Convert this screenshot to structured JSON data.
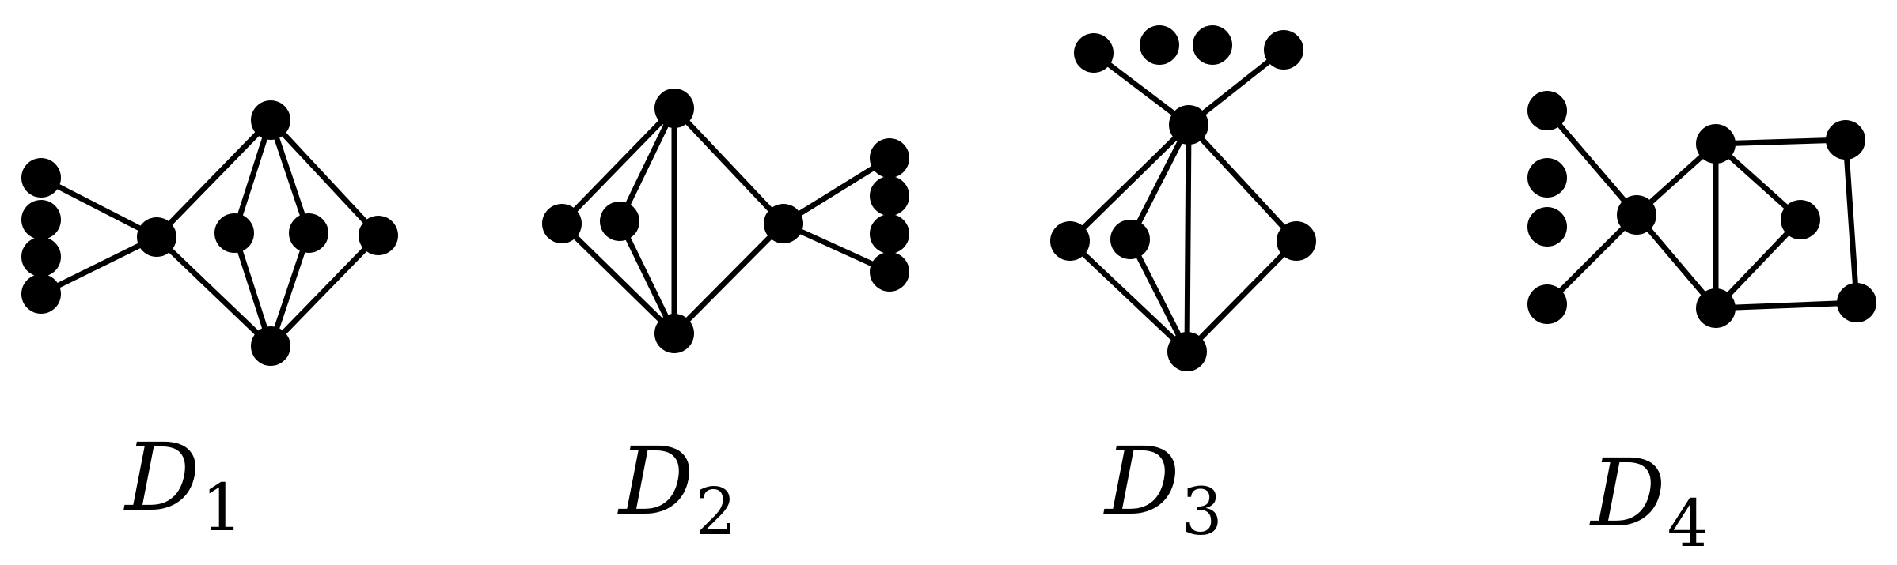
{
  "graphs": [
    {
      "id": "d1",
      "label_main": "D",
      "label_sub": "1",
      "vertices": [
        "a1",
        "a2",
        "a3",
        "a4",
        "c",
        "t",
        "m1",
        "m2",
        "r",
        "b"
      ],
      "edges": [
        [
          "a1",
          "c"
        ],
        [
          "a4",
          "c"
        ],
        [
          "c",
          "t"
        ],
        [
          "c",
          "b"
        ],
        [
          "t",
          "m1"
        ],
        [
          "t",
          "m2"
        ],
        [
          "t",
          "r"
        ],
        [
          "b",
          "m1"
        ],
        [
          "b",
          "m2"
        ],
        [
          "b",
          "r"
        ]
      ]
    },
    {
      "id": "d2",
      "label_main": "D",
      "label_sub": "2",
      "vertices": [
        "t",
        "l",
        "li",
        "b",
        "h",
        "p1",
        "p2",
        "p3",
        "p4"
      ],
      "edges": [
        [
          "t",
          "l"
        ],
        [
          "t",
          "li"
        ],
        [
          "t",
          "b"
        ],
        [
          "t",
          "h"
        ],
        [
          "l",
          "b"
        ],
        [
          "li",
          "b"
        ],
        [
          "b",
          "h"
        ],
        [
          "h",
          "p1"
        ],
        [
          "h",
          "p4"
        ]
      ]
    },
    {
      "id": "d3",
      "label_main": "D",
      "label_sub": "3",
      "vertices": [
        "u1",
        "u2",
        "u3",
        "u4",
        "h",
        "l",
        "li",
        "r",
        "b"
      ],
      "edges": [
        [
          "u1",
          "h"
        ],
        [
          "u4",
          "h"
        ],
        [
          "h",
          "l"
        ],
        [
          "h",
          "li"
        ],
        [
          "h",
          "b"
        ],
        [
          "h",
          "r"
        ],
        [
          "l",
          "b"
        ],
        [
          "li",
          "b"
        ],
        [
          "r",
          "b"
        ]
      ]
    },
    {
      "id": "d4",
      "label_main": "D",
      "label_sub": "4",
      "vertices": [
        "l1",
        "l2",
        "l3",
        "l4",
        "c",
        "t",
        "m",
        "b",
        "tr",
        "br"
      ],
      "edges": [
        [
          "l1",
          "c"
        ],
        [
          "l4",
          "c"
        ],
        [
          "c",
          "t"
        ],
        [
          "c",
          "b"
        ],
        [
          "t",
          "b"
        ],
        [
          "t",
          "m"
        ],
        [
          "m",
          "b"
        ],
        [
          "t",
          "tr"
        ],
        [
          "tr",
          "br"
        ],
        [
          "b",
          "br"
        ]
      ]
    }
  ]
}
